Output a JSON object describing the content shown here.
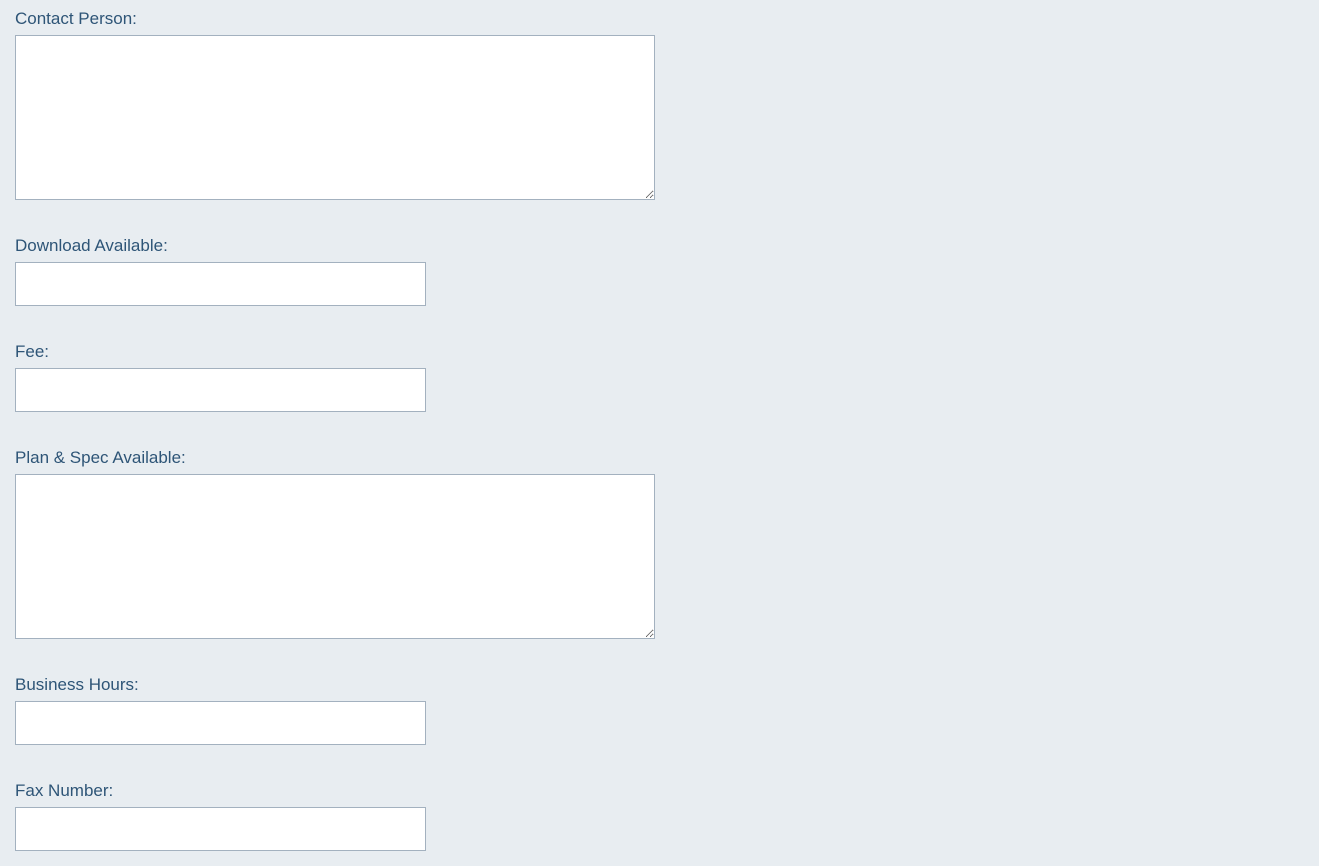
{
  "form": {
    "contact_person": {
      "label": "Contact Person:",
      "value": ""
    },
    "download_available": {
      "label": "Download Available:",
      "value": ""
    },
    "fee": {
      "label": "Fee:",
      "value": ""
    },
    "plan_spec_available": {
      "label": "Plan & Spec Available:",
      "value": ""
    },
    "business_hours": {
      "label": "Business Hours:",
      "value": ""
    },
    "fax_number": {
      "label": "Fax Number:",
      "value": ""
    }
  },
  "colors": {
    "background": "#e8edf1",
    "label_text": "#2e5577",
    "field_border": "#a3b1bf",
    "field_background": "#ffffff"
  }
}
